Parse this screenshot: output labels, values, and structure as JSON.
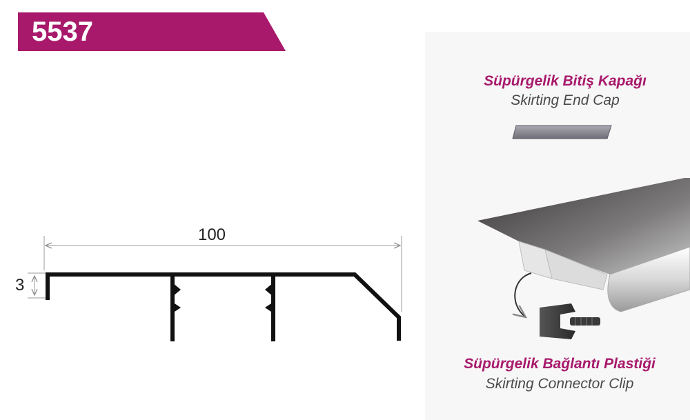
{
  "product": {
    "code": "5537"
  },
  "dimensions": {
    "width": "100",
    "height": "3"
  },
  "accessories": {
    "end_cap": {
      "label_tr": "Süpürgelik Bitiş Kapağı",
      "label_en": "Skirting End Cap"
    },
    "connector_clip": {
      "label_tr": "Süpürgelik Bağlantı Plastiği",
      "label_en": "Skirting Connector Clip"
    }
  },
  "colors": {
    "brand": "#a8196b",
    "profile": "#111111"
  }
}
